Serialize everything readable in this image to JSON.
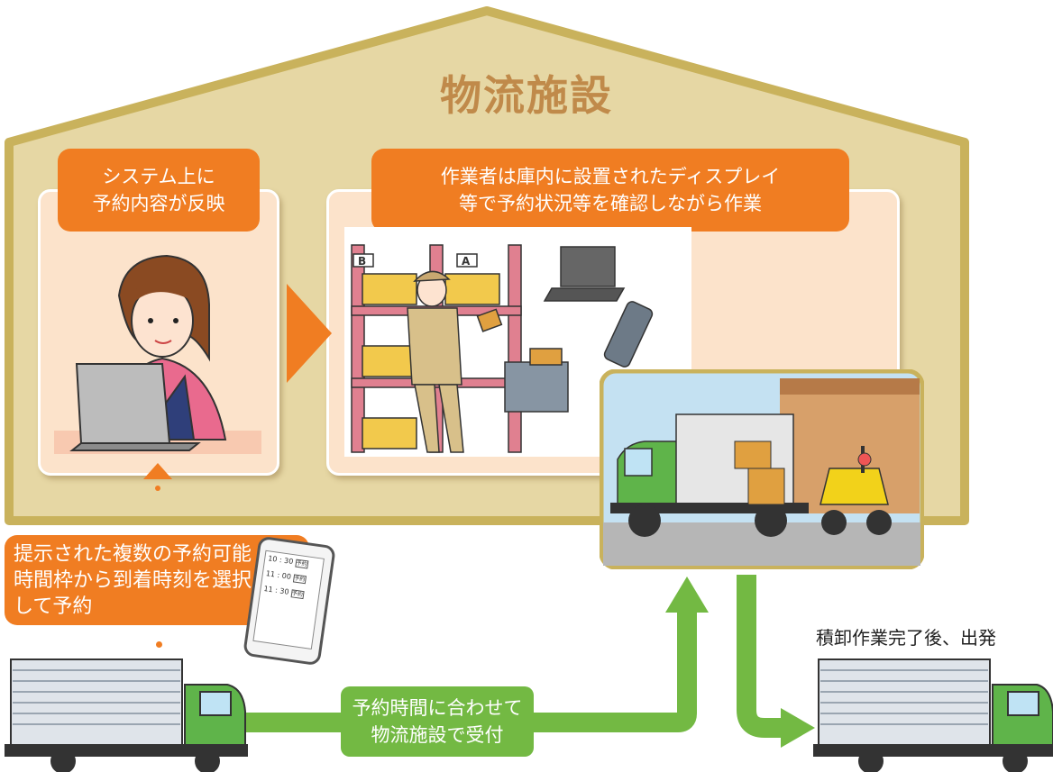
{
  "facility": {
    "title": "物流施設",
    "reflect_label": [
      "システム上に",
      "予約内容が反映"
    ],
    "work_label": [
      "作業者は庫内に設置されたディスプレイ",
      "等で予約状況等を確認しながら作業"
    ]
  },
  "driver": {
    "select_label": [
      "提示された複数の予約可能",
      "時間枠から到着時刻を選択",
      "して予約"
    ],
    "phone_slots": [
      "10 : 30",
      "11 : 00",
      "11 : 30"
    ],
    "slot_badge": "予約"
  },
  "flow": {
    "reception_label": [
      "予約時間に合わせて",
      "物流施設で受付"
    ],
    "depart_label": "積卸作業完了後、出発"
  },
  "rack_labels": [
    "B",
    "A"
  ],
  "colors": {
    "house_fill": "#e6d7a4",
    "house_border": "#c9b25c",
    "panel_fill": "#fce3cb",
    "orange": "#f07d22",
    "green": "#73b943"
  }
}
